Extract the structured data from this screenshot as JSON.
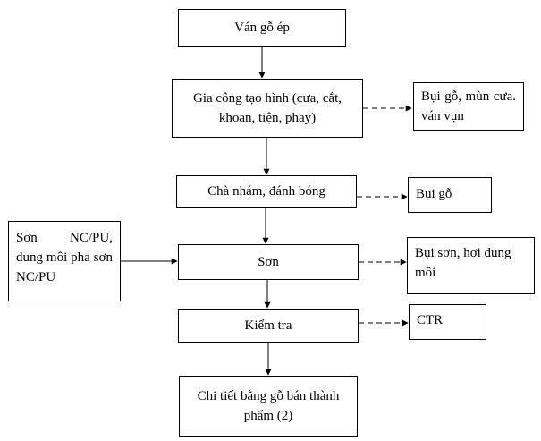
{
  "main_steps": {
    "step1": "Ván gỗ ép",
    "step2": "Gia công tạo hình (cưa, cắt, khoan, tiện, phay)",
    "step3": "Chà nhám, đánh bóng",
    "step4": "Sơn",
    "step5": "Kiểm tra",
    "step6": "Chi tiết bằng gỗ bán thành phẩm (2)"
  },
  "inputs": {
    "paint": "Sơn NC/PU, dung môi pha sơn NC/PU"
  },
  "outputs": {
    "out_machining": "Bụi gỗ, mùn cưa. ván vụn",
    "out_sanding": "Bụi gỗ",
    "out_painting": "Bụi sơn, hơi dung môi",
    "out_inspection": "CTR"
  },
  "colors": {
    "line": "#000000",
    "background": "#ffffff"
  }
}
